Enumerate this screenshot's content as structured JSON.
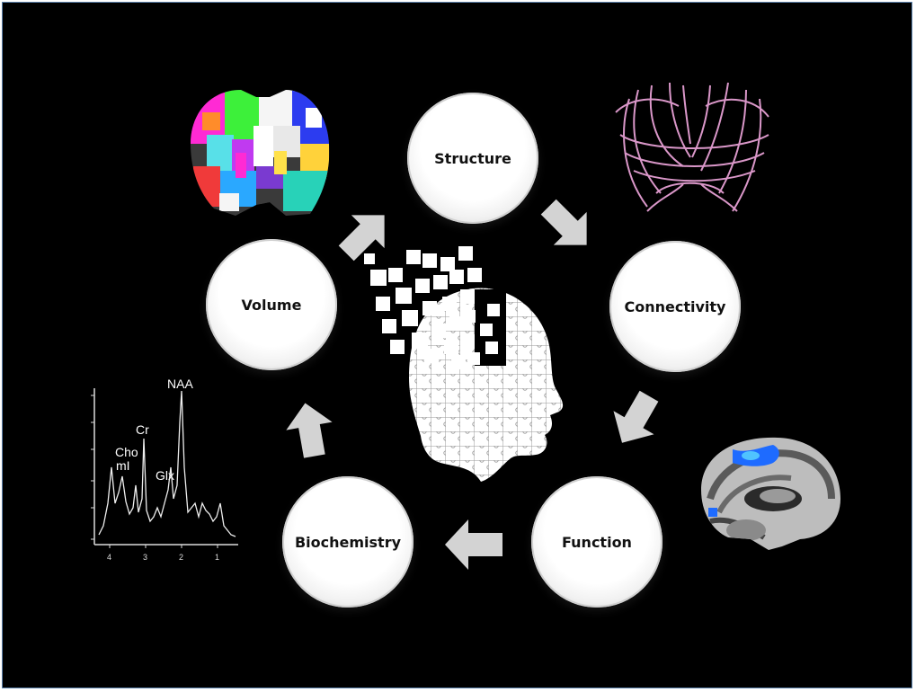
{
  "nodes": {
    "structure": "Structure",
    "connectivity": "Connectivity",
    "function": "Function",
    "biochemistry": "Biochemistry",
    "volume": "Volume"
  },
  "spectrum": {
    "peaks": [
      "NAA",
      "Cr",
      "Cho",
      "mI",
      "Glx"
    ],
    "x_ticks": [
      "4",
      "3",
      "2",
      "1"
    ]
  },
  "colors": {
    "background": "#000000",
    "arrow": "#d3d3d3",
    "node_text": "#111111",
    "tractography": "#f2a8df",
    "activation": "#1e6bff"
  }
}
